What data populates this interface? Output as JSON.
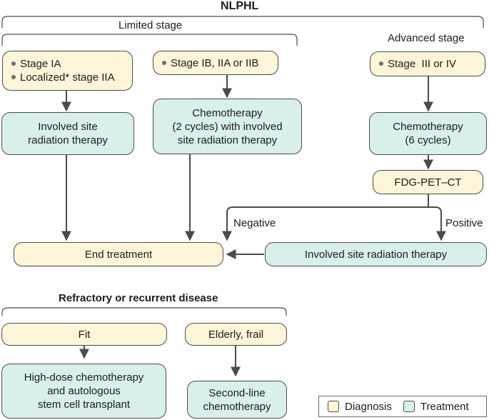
{
  "title": "NLPHL",
  "groups": {
    "limited": "Limited stage",
    "advanced": "Advanced stage",
    "refractory": "Refractory or recurrent disease"
  },
  "nodes": {
    "stage_ia": {
      "lines": [
        "Stage IA",
        "Localized* stage IIA"
      ],
      "kind": "diagnosis"
    },
    "stage_ib": {
      "lines": [
        "Stage IB, IIA or IIB"
      ],
      "kind": "diagnosis"
    },
    "stage_iii": {
      "lines": [
        "Stage  III or IV"
      ],
      "kind": "diagnosis"
    },
    "isrt_left": {
      "lines": [
        "Involved site",
        "radiation therapy"
      ],
      "kind": "treatment"
    },
    "chemo_2": {
      "lines": [
        "Chemotherapy",
        "(2 cycles) with involved",
        "site radiation therapy"
      ],
      "kind": "treatment"
    },
    "chemo_6": {
      "lines": [
        "Chemotherapy",
        "(6 cycles)"
      ],
      "kind": "treatment"
    },
    "fdg": {
      "lines": [
        "FDG-PET–CT"
      ],
      "kind": "diagnosis"
    },
    "end": {
      "lines": [
        "End treatment"
      ],
      "kind": "diagnosis"
    },
    "isrt_right": {
      "lines": [
        "Involved site radiation therapy"
      ],
      "kind": "treatment"
    },
    "fit": {
      "lines": [
        "Fit"
      ],
      "kind": "diagnosis"
    },
    "elderly": {
      "lines": [
        "Elderly, frail"
      ],
      "kind": "diagnosis"
    },
    "hdct": {
      "lines": [
        "High-dose chemotherapy",
        "and autologous",
        "stem cell transplant"
      ],
      "kind": "treatment"
    },
    "second_line": {
      "lines": [
        "Second-line",
        "chemotherapy"
      ],
      "kind": "treatment"
    }
  },
  "edge_labels": {
    "negative": "Negative",
    "positive": "Positive"
  },
  "legend": {
    "diagnosis": "Diagnosis",
    "treatment": "Treatment"
  },
  "colors": {
    "diagnosis": "#fcf5d7",
    "treatment": "#d8efec",
    "stroke": "#4b4b4b"
  }
}
